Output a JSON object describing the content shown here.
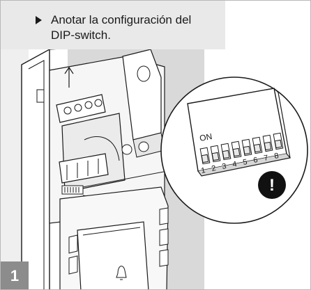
{
  "instruction": {
    "bullet_icon": "triangle-bullet-icon",
    "text": "Anotar la configuración del DIP-switch."
  },
  "step_number": "1",
  "dip_switch": {
    "on_label": "ON",
    "switches": [
      "1",
      "2",
      "3",
      "4",
      "5",
      "6",
      "7",
      "8"
    ],
    "warning_icon": "exclamation-circle-icon",
    "warning_text": "!"
  },
  "colors": {
    "panel_gray": "#e9e9e9",
    "badge_gray": "#8c8c8c",
    "wall_gray": "#d9d9d9",
    "line_dark": "#1a1a1a"
  }
}
